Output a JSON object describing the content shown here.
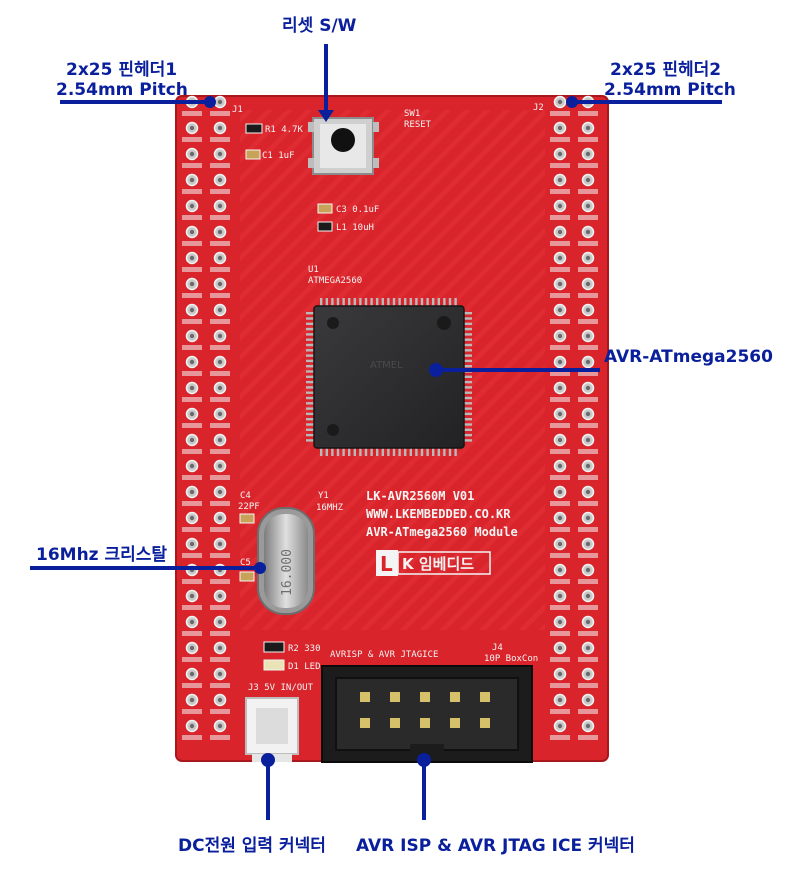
{
  "labels": {
    "reset_switch": "리셋 S/W",
    "header1_line1": "2x25 핀헤더1",
    "header1_line2": "2.54mm Pitch",
    "header2_line1": "2x25 핀헤더2",
    "header2_line2": "2.54mm Pitch",
    "mcu": "AVR-ATmega2560",
    "crystal": "16Mhz 크리스탈",
    "dc_connector": "DC전원 입력 커넥터",
    "isp_connector": "AVR ISP & AVR JTAG ICE 커넥터"
  },
  "silkscreen": {
    "r1": "R1 4.7K",
    "c1": "C1 1uF",
    "sw1": "SW1",
    "reset": "RESET",
    "c3": "C3 0.1uF",
    "l1": "L1 10uH",
    "u1": "U1",
    "atmega": "ATMEGA2560",
    "board_line1": "LK-AVR2560M V01",
    "board_line2": "WWW.LKEMBEDDED.CO.KR",
    "board_line3": "AVR-ATmega2560 Module",
    "c4": "C4",
    "c4_val": "22PF",
    "c5": "C5",
    "y1": "Y1",
    "y1_val": "16MHZ",
    "crystal_marking": "16.000",
    "r2": "R2 330",
    "d1": "D1 LED",
    "j3": "J3 5V IN/OUT",
    "j1_num": "J1",
    "j2_num": "J2",
    "j4": "J4",
    "isp_title": "AVRISP & AVR JTAGICE",
    "boxcon": "10P BoxCon",
    "chip_mark": "ATMEL",
    "logo_letter": "L",
    "logo_text": "K 임베디드"
  },
  "colors": {
    "callout": "#0a1f9c",
    "pcb": "#d8242a",
    "chip": "#2e2e30",
    "silk": "#f4f4f4"
  }
}
